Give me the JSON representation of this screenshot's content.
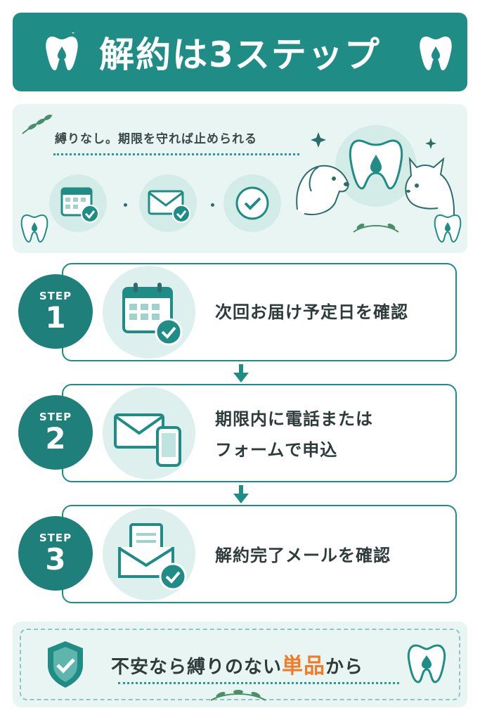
{
  "header": {
    "title": "解約は3ステップ",
    "left_icon": "tooth-icon",
    "right_icon": "tooth-icon"
  },
  "intro": {
    "text": "縛りなし。期限を守れば止められる",
    "icons": [
      "calendar-check-icon",
      "envelope-check-icon",
      "check-circle-icon"
    ],
    "illustration": "dog-tooth-cat-illustration"
  },
  "steps": [
    {
      "label": "STEP",
      "number": "1",
      "icon": "calendar-check-icon",
      "text": "次回お届け予定日を確認",
      "text_line2": ""
    },
    {
      "label": "STEP",
      "number": "2",
      "icon": "mail-phone-icon",
      "text": "期限内に電話または",
      "text_line2": "フォームで申込"
    },
    {
      "label": "STEP",
      "number": "3",
      "icon": "document-mail-check-icon",
      "text": "解約完了メールを確認",
      "text_line2": ""
    }
  ],
  "footer": {
    "text_before": "不安なら縛りのない",
    "text_highlight": "単品",
    "text_after": "から",
    "left_icon": "shield-check-icon",
    "right_icon": "tooth-icon"
  },
  "colors": {
    "primary": "#1f8c86",
    "badge": "#1f7f7a",
    "panel": "#e9f5f3",
    "highlight": "#f07b28",
    "text": "#2f3b3b"
  }
}
